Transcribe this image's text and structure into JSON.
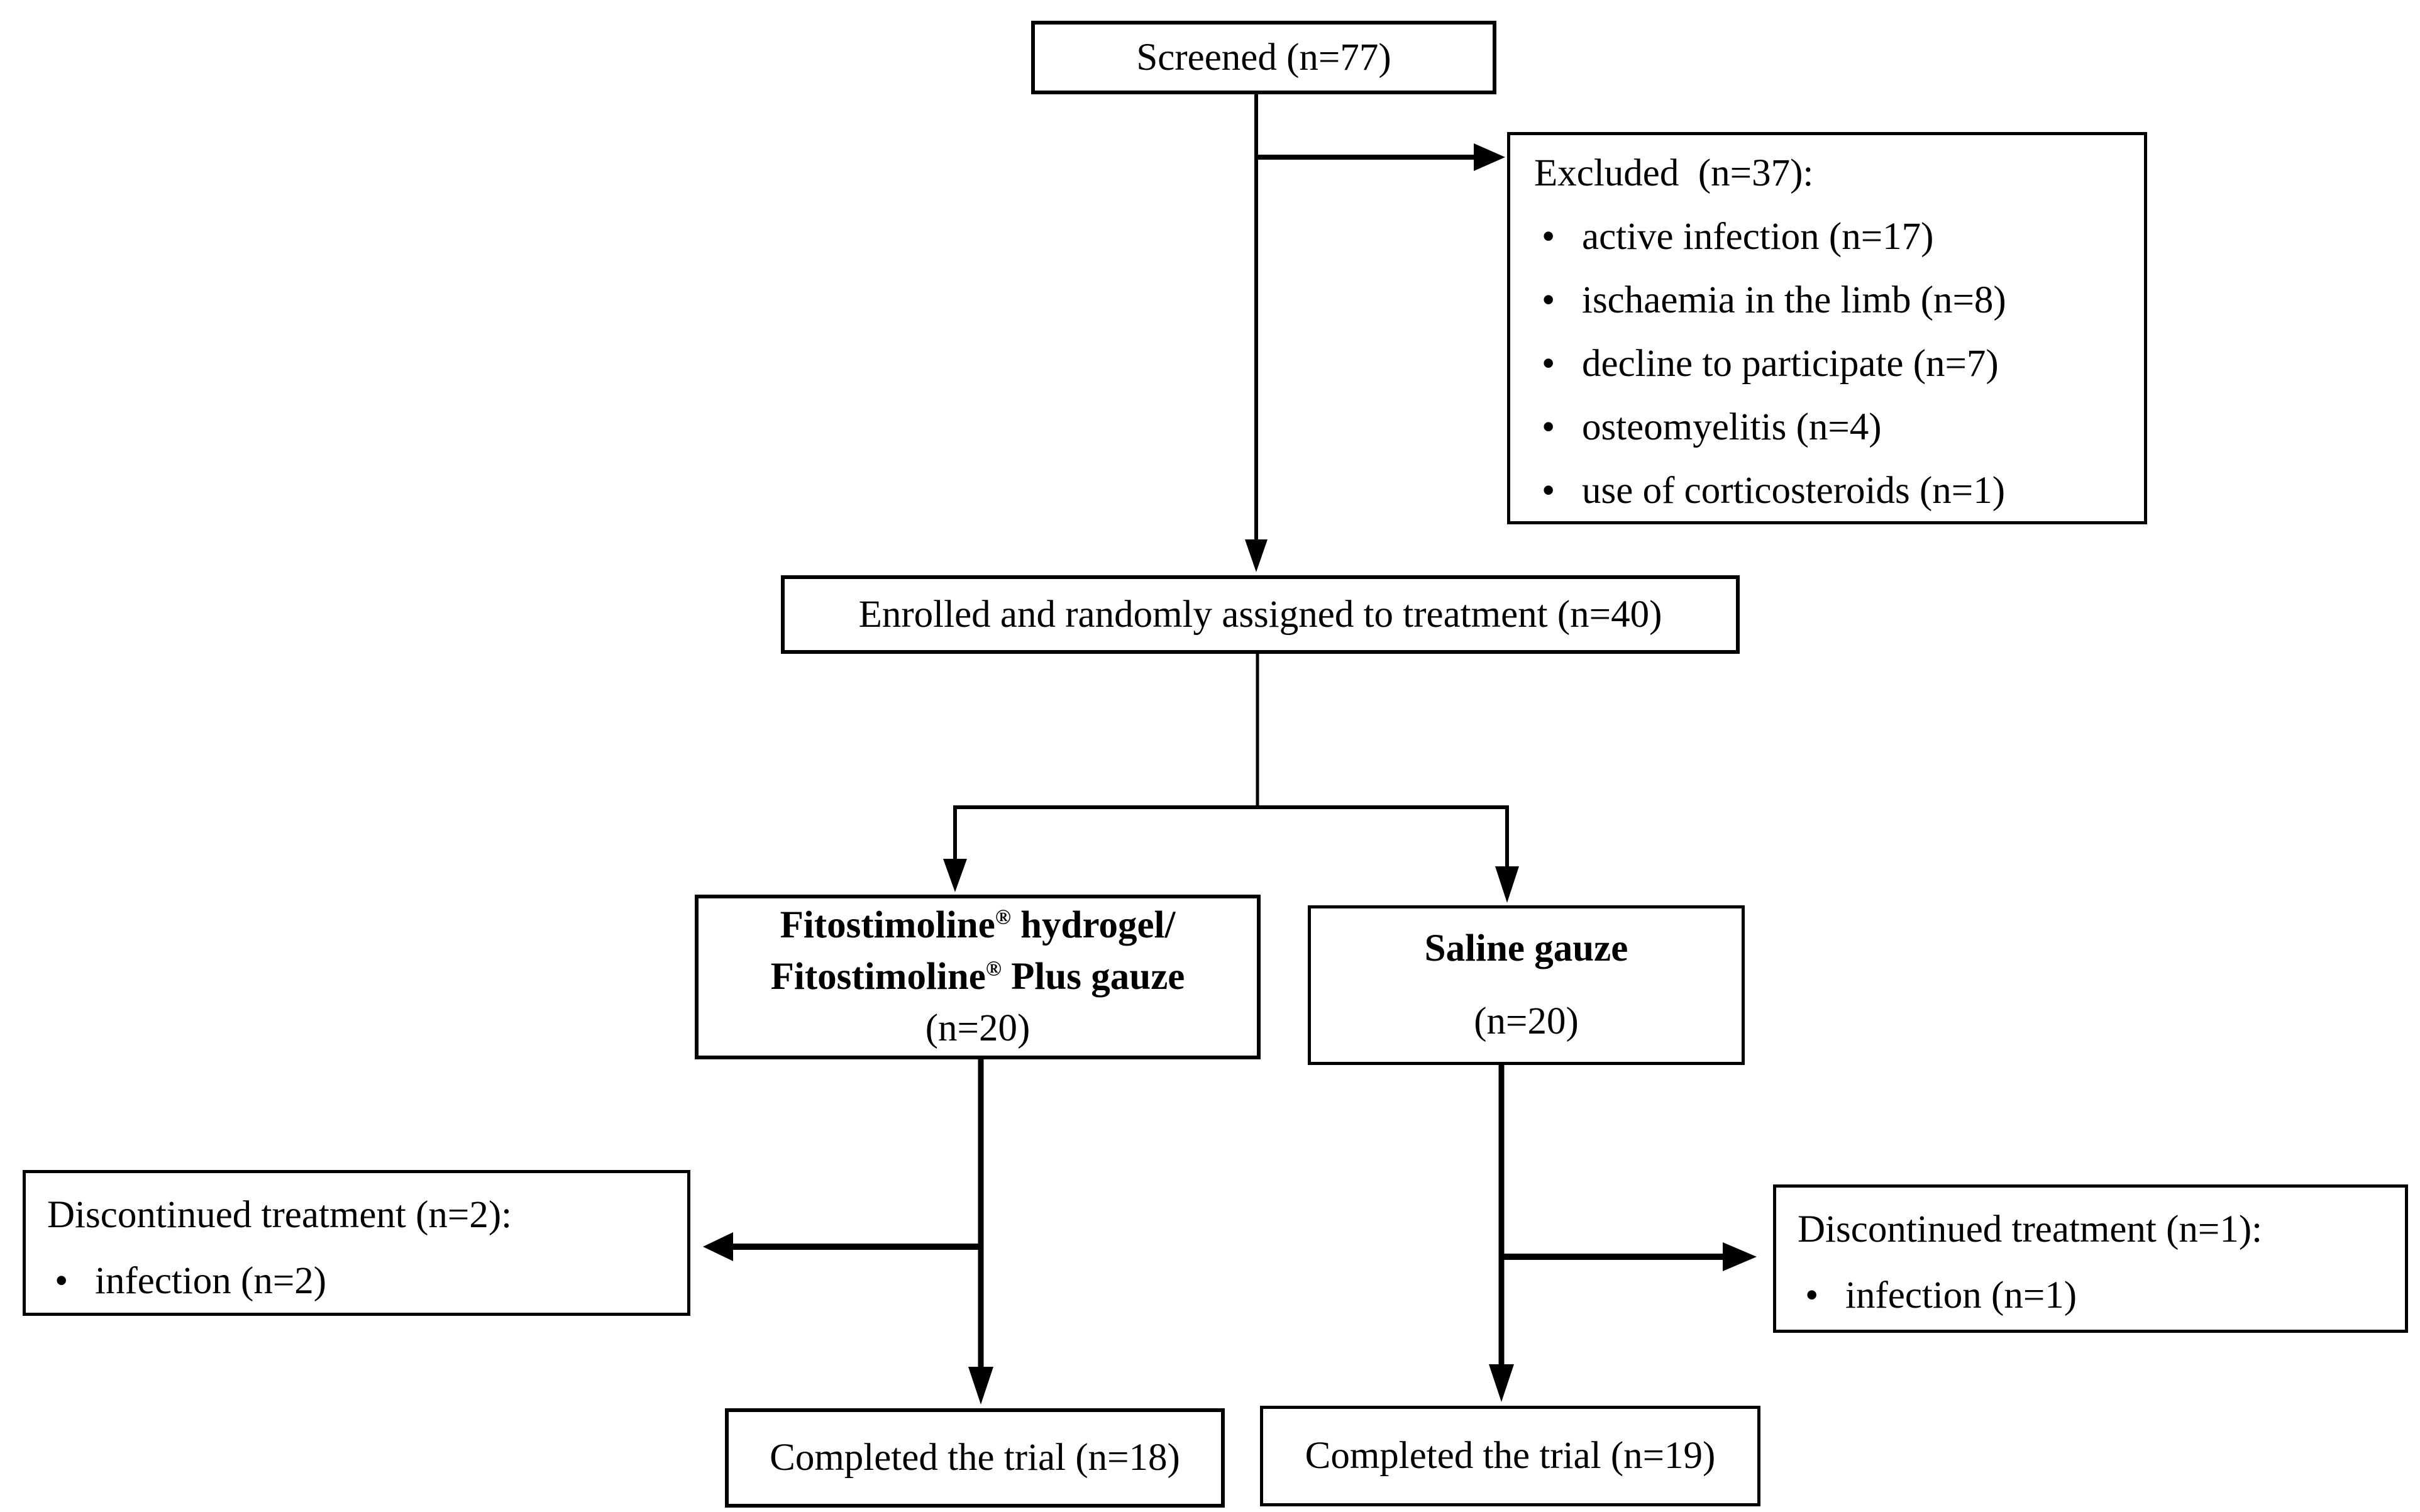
{
  "colors": {
    "background": "#ffffff",
    "box_border": "#000000",
    "text": "#000000",
    "connector": "#000000"
  },
  "bullet_glyph": "•",
  "flow": {
    "screened": {
      "label": "Screened (n=77)"
    },
    "excluded": {
      "title": "Excluded  (n=37):",
      "items": [
        "active infection (n=17)",
        "ischaemia in the limb (n=8)",
        "decline to participate (n=7)",
        "osteomyelitis (n=4)",
        "use of corticosteroids (n=1)"
      ]
    },
    "enrolled": {
      "label": "Enrolled and randomly assigned to treatment (n=40)"
    },
    "arm_fitostimoline": {
      "line1_name": "Fitostimoline",
      "line1_mark": "®",
      "line1_rest": " hydrogel/",
      "line2_name": "Fitostimoline",
      "line2_mark": "®",
      "line2_rest": " Plus gauze",
      "count": "(n=20)"
    },
    "arm_saline": {
      "name": "Saline gauze",
      "count": "(n=20)"
    },
    "discontinued_fitostimoline": {
      "title": "Discontinued treatment (n=2):",
      "items": [
        "infection (n=2)"
      ]
    },
    "discontinued_saline": {
      "title": "Discontinued treatment (n=1):",
      "items": [
        "infection (n=1)"
      ]
    },
    "completed_fitostimoline": {
      "label": "Completed the trial (n=18)"
    },
    "completed_saline": {
      "label": "Completed the trial (n=19)"
    }
  }
}
